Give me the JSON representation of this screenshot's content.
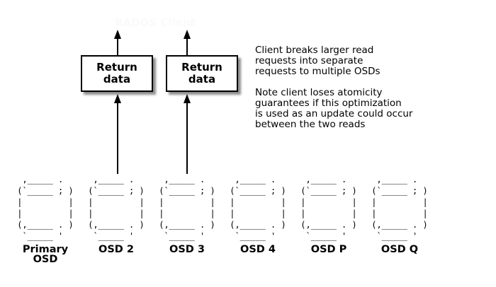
{
  "ghost_title": "RADOS Client",
  "boxes": {
    "left_label": "Return\ndata",
    "right_label": "Return\ndata"
  },
  "notes": {
    "note1": "Client breaks larger read\nrequests into separate\nrequests to multiple OSDs",
    "note2": "Note client loses atomicity\nguarantees if this optimization\nis used as an update could occur\nbetween the two reads"
  },
  "cylinder_art": [
    "  ,_____ .   ",
    " (`_____ ; ) ",
    " |         | ",
    " |         | ",
    " (,_____ . ) ",
    "  `_____ '   "
  ],
  "osds": [
    {
      "label": "Primary\nOSD"
    },
    {
      "label": "OSD 2"
    },
    {
      "label": "OSD 3"
    },
    {
      "label": "OSD 4"
    },
    {
      "label": "OSD P"
    },
    {
      "label": "OSD Q"
    }
  ],
  "colors": {
    "ink": "#000000",
    "background": "#ffffff",
    "box_shadow": "#999999",
    "ghost_text": "#fafafa"
  }
}
